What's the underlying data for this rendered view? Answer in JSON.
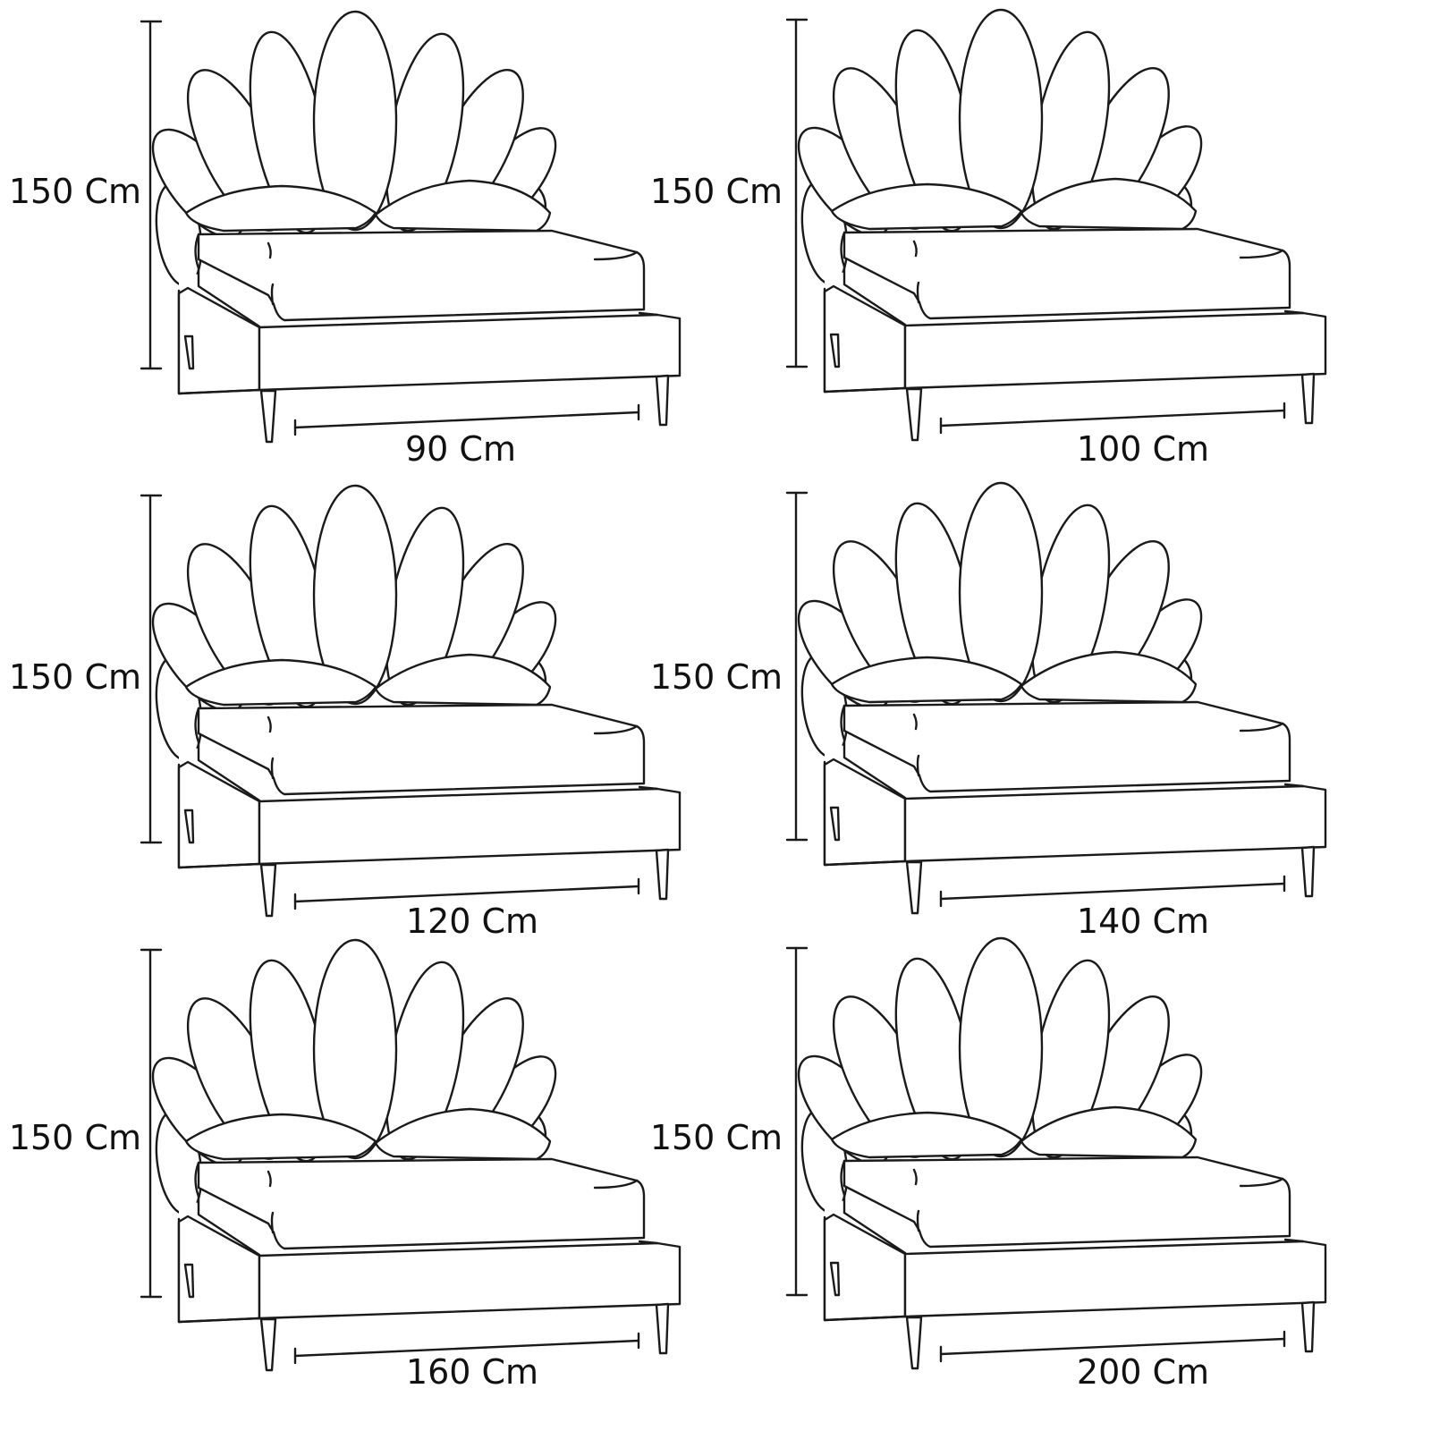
{
  "title": "Bed size variants",
  "stroke_color": "#1a1a1a",
  "beds": [
    {
      "height_label": "150 Cm",
      "width_label": "90 Cm"
    },
    {
      "height_label": "150 Cm",
      "width_label": "100 Cm"
    },
    {
      "height_label": "150 Cm",
      "width_label": "120 Cm"
    },
    {
      "height_label": "150 Cm",
      "width_label": "140 Cm"
    },
    {
      "height_label": "150 Cm",
      "width_label": "160 Cm"
    },
    {
      "height_label": "150 Cm",
      "width_label": "200 Cm"
    }
  ]
}
